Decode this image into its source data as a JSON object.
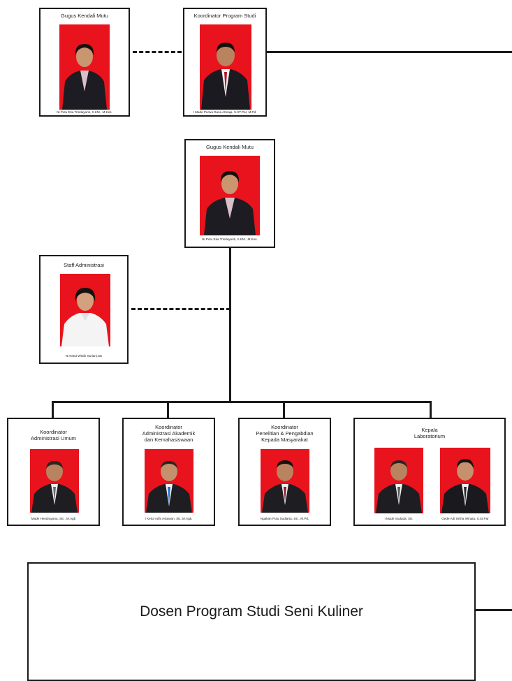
{
  "top_row": {
    "gugus": {
      "title": "Gugus Kendali Mutu",
      "name": "Ni Putu Eka Trisdayanti, S.KM., M.Kes."
    },
    "kaprodi": {
      "title": "Koordinator Program Studi",
      "name": "I Made Purwa Dana Atmaja, S.ST.Par, M.Pd."
    }
  },
  "middle": {
    "gugus": {
      "title": "Gugus Kendali Mutu",
      "name": "Ni Putu Eka Trisdayanti, S.KM., M.Kes."
    },
    "staff": {
      "title": "Staff Administrasi",
      "name": "Ni Ketut Wiwik Suriani,SE"
    }
  },
  "coordinators": [
    {
      "title": "Koordinator\nAdministrasi Umum",
      "name": "Made Hendrayana, SE., M.Agb"
    },
    {
      "title": "Koordinator\nAdministrasi Akademik\ndan Kemahasiswaan",
      "name": "I Ketut Adhi Astawan, SE.,M.Agb."
    },
    {
      "title": "Koordinator\nPenelitian & Pengabdian\nKepada Masyarakat",
      "name": "Ngakan Putu Sudiarta, SE., M.Pd."
    }
  ],
  "lab": {
    "title": "Kepala\nLaboratorium",
    "names": [
      "I Made Sudada, SE.",
      "Gede Adi Sirtha Winata, S.St.Par"
    ]
  },
  "dosen": {
    "label": "Dosen Program Studi Seni Kuliner"
  },
  "colors": {
    "photo_bg": "#e8131d",
    "line": "#1a1a1a"
  }
}
